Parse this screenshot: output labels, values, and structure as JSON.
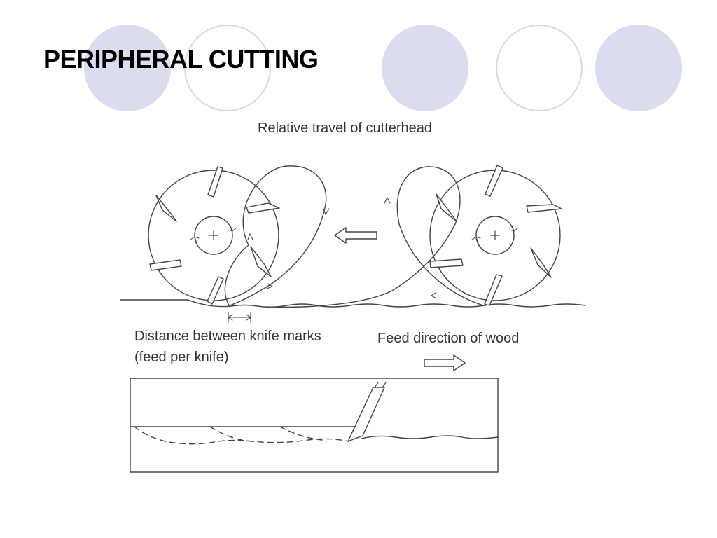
{
  "slide": {
    "title": "PERIPHERAL CUTTING"
  },
  "decor": {
    "fill_color": "#dcdcf0",
    "ring_color": "#d8d8ec"
  },
  "figure": {
    "label_top": "Relative travel of cutterhead",
    "label_distance_line1": "Distance between knife marks",
    "label_distance_line2": "(feed per knife)",
    "label_feed": "Feed direction of wood"
  }
}
